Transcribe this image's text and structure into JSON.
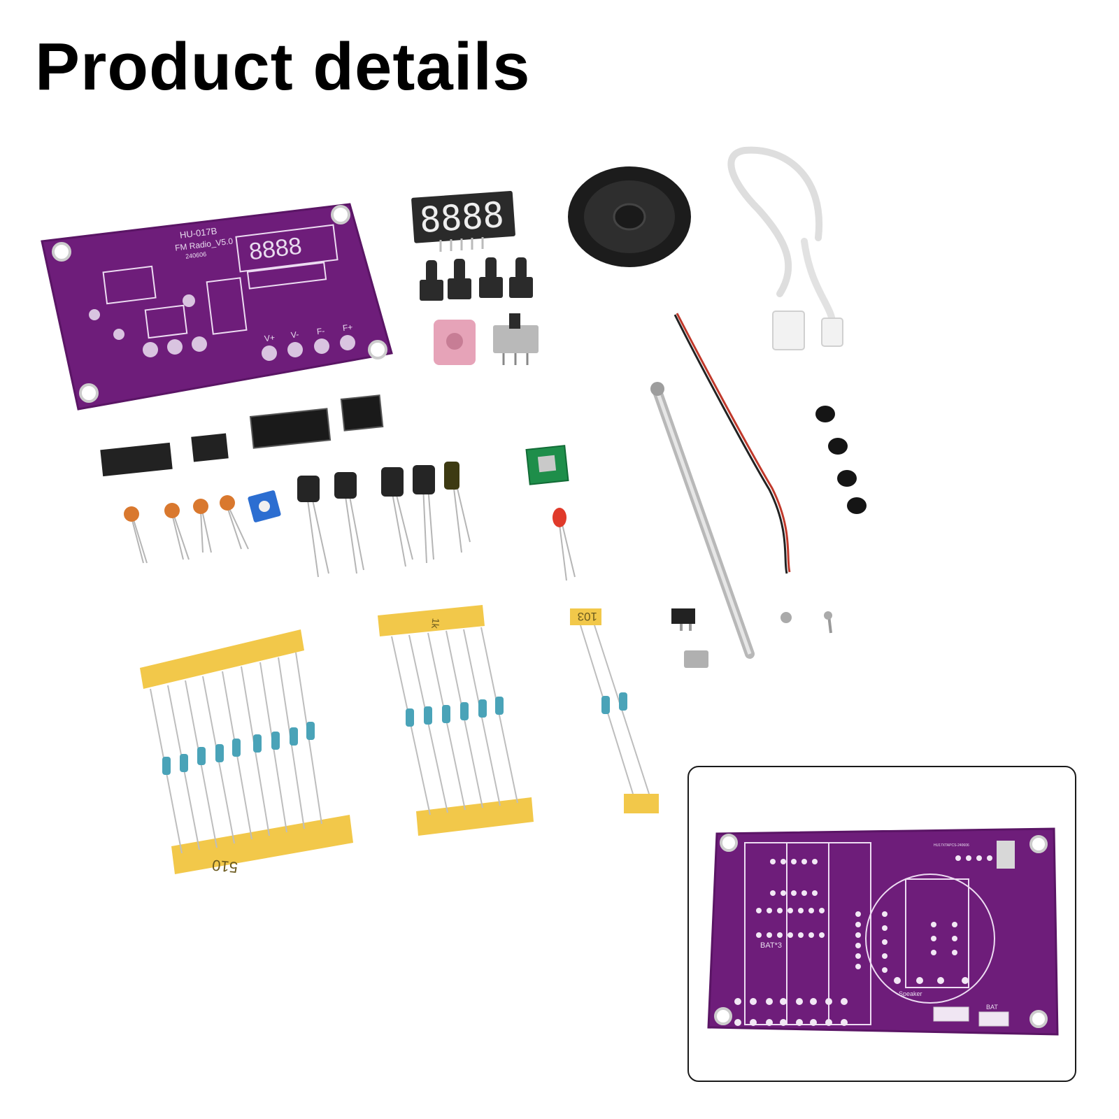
{
  "page": {
    "title": "Product details"
  },
  "colors": {
    "pcb": "#6e1d7a",
    "pcb_edge": "#5a1565",
    "tape": "#f2c84a",
    "silk": "#f1e6f5"
  },
  "front_pcb": {
    "model": "HU-017B",
    "name": "FM Radio_V5.0",
    "date": "240606",
    "button_labels": [
      "V+",
      "V-",
      "F-",
      "F+"
    ]
  },
  "tapes": {
    "left": "510",
    "middle": "1k",
    "right": "103"
  },
  "back_pcb": {
    "battery_label": "BAT*3",
    "speaker_label": "Speaker",
    "bat_label": "BAT",
    "code": "HU17XTAPCS-240606"
  },
  "icons": [
    "pcb-board-icon",
    "speaker-icon",
    "usb-cable-icon",
    "antenna-icon",
    "display-icon"
  ]
}
